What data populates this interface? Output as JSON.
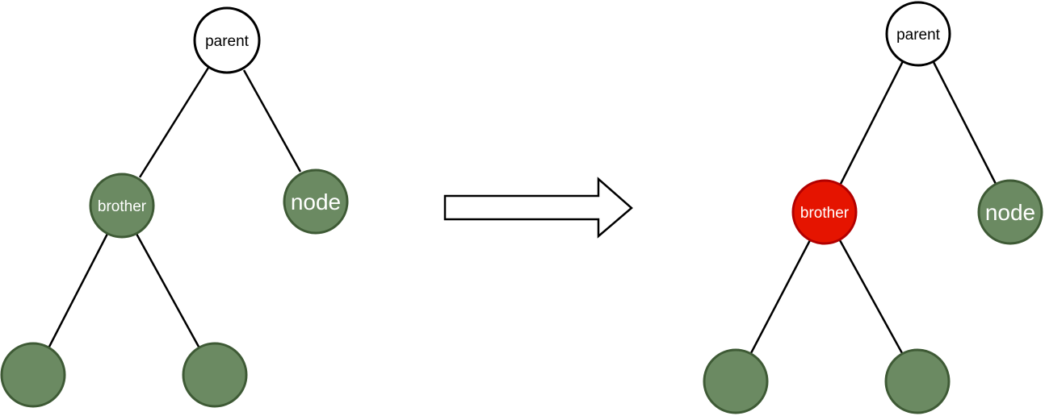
{
  "colors": {
    "green_fill": "#6b8a62",
    "green_stroke": "#3e5a35",
    "red_fill": "#e51400",
    "red_stroke": "#b20000",
    "white_fill": "#ffffff",
    "black_stroke": "#000000"
  },
  "before": {
    "parent_label": "parent",
    "brother_label": "brother",
    "node_label": "node"
  },
  "after": {
    "parent_label": "parent",
    "brother_label": "brother",
    "node_label": "node"
  },
  "transition_arrow": "arrow-right"
}
